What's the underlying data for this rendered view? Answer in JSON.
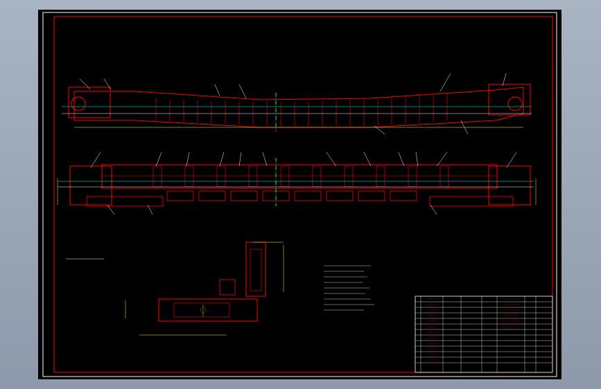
{
  "colors": {
    "background": "#000000",
    "frame_outer": "#ffffff",
    "frame_inner": "#ff0000",
    "structure": "#ff0000",
    "dimension": "#ffff00",
    "centerline": "#00ff00",
    "axis": "#00ffff",
    "text": "#ffffff"
  },
  "window": {
    "viewport_label": ""
  },
  "drawing": {
    "views": [
      "front-elevation",
      "top-plan",
      "section-detail",
      "notes",
      "title-block"
    ]
  }
}
